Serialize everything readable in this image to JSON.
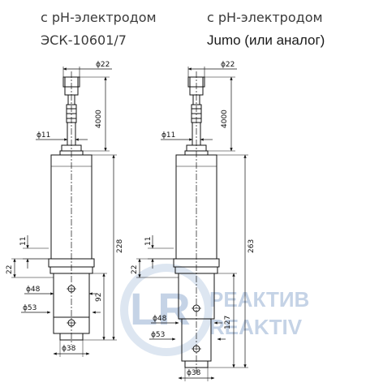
{
  "captions": {
    "left_line1": "с pH-электродом",
    "left_line2": "ЭСК-10601/7",
    "right_line1": "с pH-электродом",
    "right_line2": "Jumo (или аналог)"
  },
  "left_drawing": {
    "d_top": "ϕ22",
    "len_cable": "4000",
    "d_stem": "ϕ11",
    "len_total": "228",
    "h_11": "11",
    "h_22": "22",
    "d_48": "ϕ48",
    "d_53": "ϕ53",
    "len_bottom": "92",
    "d_38": "ϕ38"
  },
  "right_drawing": {
    "d_top": "ϕ22",
    "len_cable": "4000",
    "d_stem": "ϕ11",
    "len_total": "263",
    "h_11": "11",
    "h_22": "22",
    "d_48": "ϕ48",
    "d_53": "ϕ53",
    "len_bottom": "127",
    "d_38": "ϕ38"
  },
  "watermark": {
    "line1": "РЕАКТИВ",
    "line2": "REAKTIV"
  },
  "colors": {
    "line": "#111111",
    "watermark": "#c5d3e6",
    "caption": "#3a3a3a"
  }
}
